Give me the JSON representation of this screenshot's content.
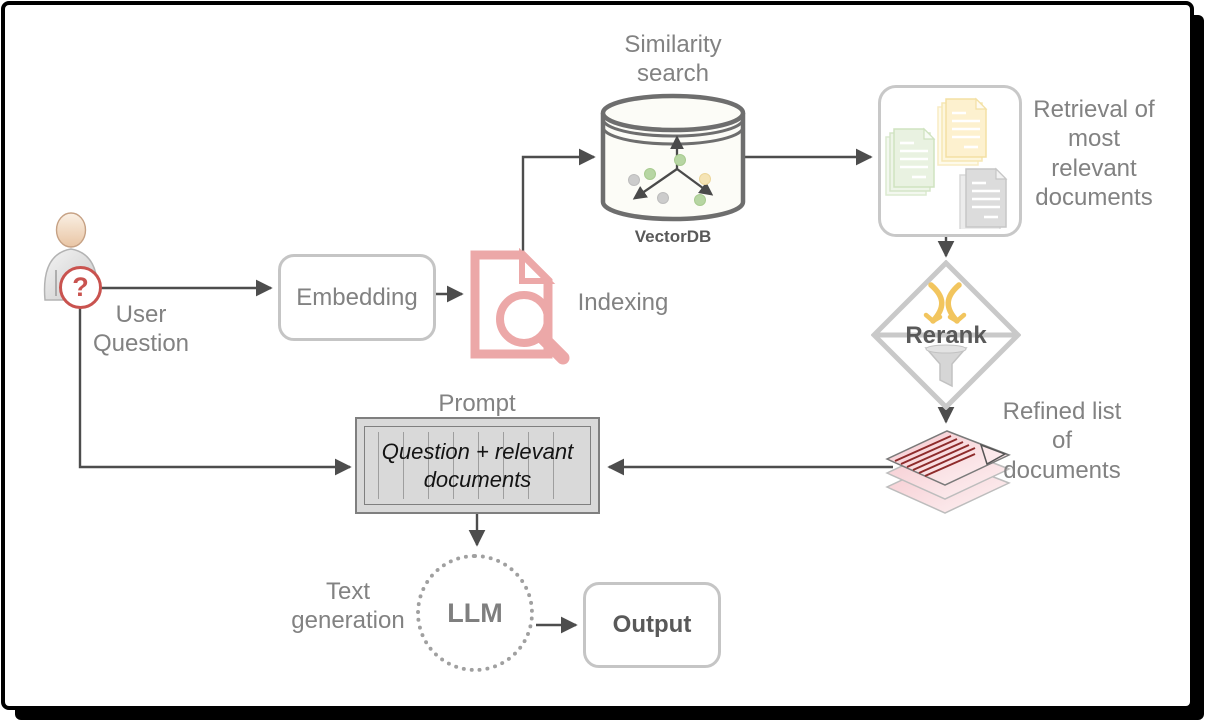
{
  "diagram": {
    "user": {
      "badge": "?",
      "question_label": "User Question"
    },
    "embedding": {
      "label": "Embedding"
    },
    "indexing": {
      "label": "Indexing"
    },
    "vectordb": {
      "title": "Similarity search",
      "name": "VectorDB"
    },
    "retrieval": {
      "label": "Retrieval of most relevant documents"
    },
    "rerank": {
      "label": "Rerank"
    },
    "refined": {
      "label": "Refined list of documents"
    },
    "prompt": {
      "title": "Prompt",
      "content": "Question + relevant documents"
    },
    "llm": {
      "label": "LLM",
      "caption": "Text generation"
    },
    "output": {
      "label": "Output"
    }
  },
  "colors": {
    "arrow": "#4d4d4d",
    "box_border": "#c5c5c5",
    "gray_text": "#828282",
    "dark_text": "#595959",
    "pink_icon": "#eca8a8",
    "badge_red": "#c9534f",
    "shuffle_yellow": "#f2c55e",
    "doc_green": "#e9f2e1",
    "doc_yellow": "#fdf1cf",
    "doc_gray": "#dcdcdc",
    "prompt_fill": "#d9d9d9",
    "refined_pink": "#f6c9cf"
  }
}
